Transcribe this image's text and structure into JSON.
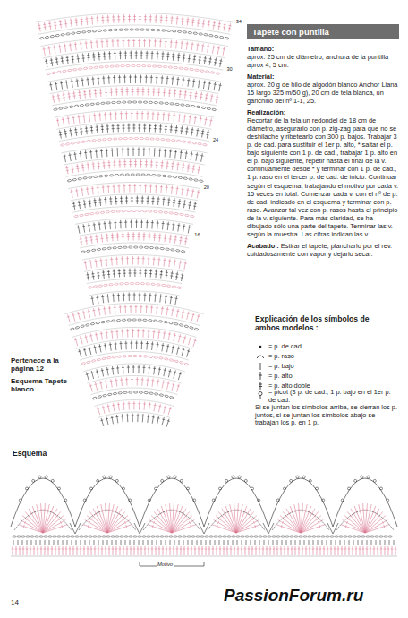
{
  "diagram": {
    "nodes": [
      {
        "text": [
          "Tapete con puntilla"
        ]
      }
    ],
    "labels": [
      "Tamaño:",
      "aprox. 25 cm de diámetro, anchura de la puntilla aprox 4, 5 cm.",
      "Material:",
      "aprox. 20 g de hilo de algodón blanco Anchor Liana 15 largo 325 m/50 g), 20 cm de tela blanca, un ganchillo del nº 1-1, 25.",
      "Realización:",
      "Recortar de la tela un redondel de 18 cm de diámetro, asegurarlo con p. zig-zag para que no se deshilache y ribetearlo con 300 p. bajos. Trabajar 3 p. de cad. para sustituir el 1er p. alto, * saltar el p. bajo siguiente con 1 p. de cad., trabajar 1 p. alto en el p. bajo siguiente, repetir hasta el final de la v. continuamente desde * y terminar con 1 p. de cad., 1 p. raso en el tercer p. de cad. de inicio. Continuar según el esquema, trabajando el motivo por cada v. 15 veces en total. Comenzar cada v. con el nº de p. de cad. indicado en el esquema y terminar con p. raso. Avanzar tal vez con p. rasos hasta el principio de la v. siguiente. Para más claridad, se ha dibujado sólo una parte del tapete. Terminar las v. según la muestra. Las cifras indican las v.",
      "Acabado :",
      "Estirar el tapete, plancharlo por el rev. cuidadosamente con vapor y dejarlo secar.",
      "Explicación de los símbolos de ambos modelos :",
      "Si se juntan los símbolos arriba, se cierran los p. juntos, si se juntan los símbolos abajo se trabajan los p. en 1 p.",
      "Pertenece a la página 12",
      "Esquema Tapete blanco",
      "34",
      "30",
      "24",
      "20",
      "16",
      "Esquema",
      "Motivo",
      "14",
      "PassionForum.ru"
    ],
    "legend": [
      {
        "text": "= p. de cad."
      },
      {
        "text": "= p. raso"
      },
      {
        "text": "= p. bajo"
      },
      {
        "text": "= p. alto"
      },
      {
        "text": "= p. alto doble"
      },
      {
        "text": "= picot (3 p. de cad., 1 p. bajo en el 1er p. de cad."
      }
    ]
  }
}
